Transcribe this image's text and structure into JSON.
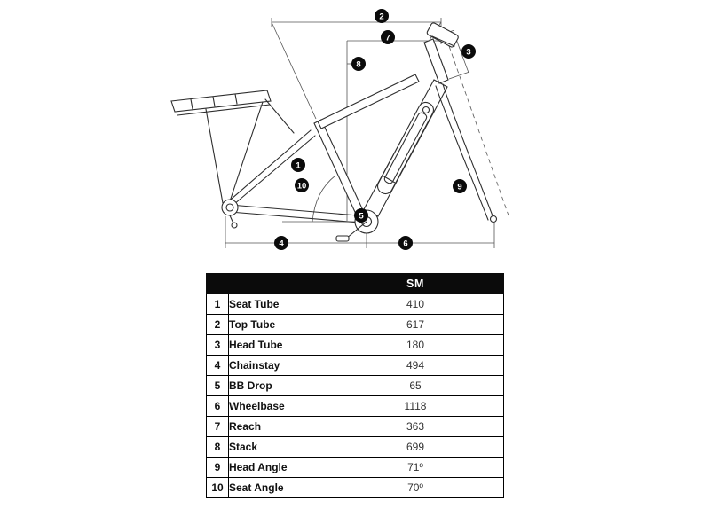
{
  "diagram": {
    "markers": [
      {
        "label": "1"
      },
      {
        "label": "2"
      },
      {
        "label": "3"
      },
      {
        "label": "4"
      },
      {
        "label": "5"
      },
      {
        "label": "6"
      },
      {
        "label": "7"
      },
      {
        "label": "8"
      },
      {
        "label": "9"
      },
      {
        "label": "10"
      }
    ]
  },
  "table": {
    "header": {
      "size_label": "SM"
    },
    "rows": [
      {
        "num": "1",
        "label": "Seat Tube",
        "value": "410"
      },
      {
        "num": "2",
        "label": "Top Tube",
        "value": "617"
      },
      {
        "num": "3",
        "label": "Head Tube",
        "value": "180"
      },
      {
        "num": "4",
        "label": "Chainstay",
        "value": "494"
      },
      {
        "num": "5",
        "label": "BB Drop",
        "value": "65"
      },
      {
        "num": "6",
        "label": "Wheelbase",
        "value": "1118"
      },
      {
        "num": "7",
        "label": "Reach",
        "value": "363"
      },
      {
        "num": "8",
        "label": "Stack",
        "value": "699"
      },
      {
        "num": "9",
        "label": "Head Angle",
        "value": "71º"
      },
      {
        "num": "10",
        "label": "Seat Angle",
        "value": "70º"
      }
    ]
  },
  "colors": {
    "table_header_bg": "#0b0b0b",
    "line_art": "#2e2e2e"
  }
}
